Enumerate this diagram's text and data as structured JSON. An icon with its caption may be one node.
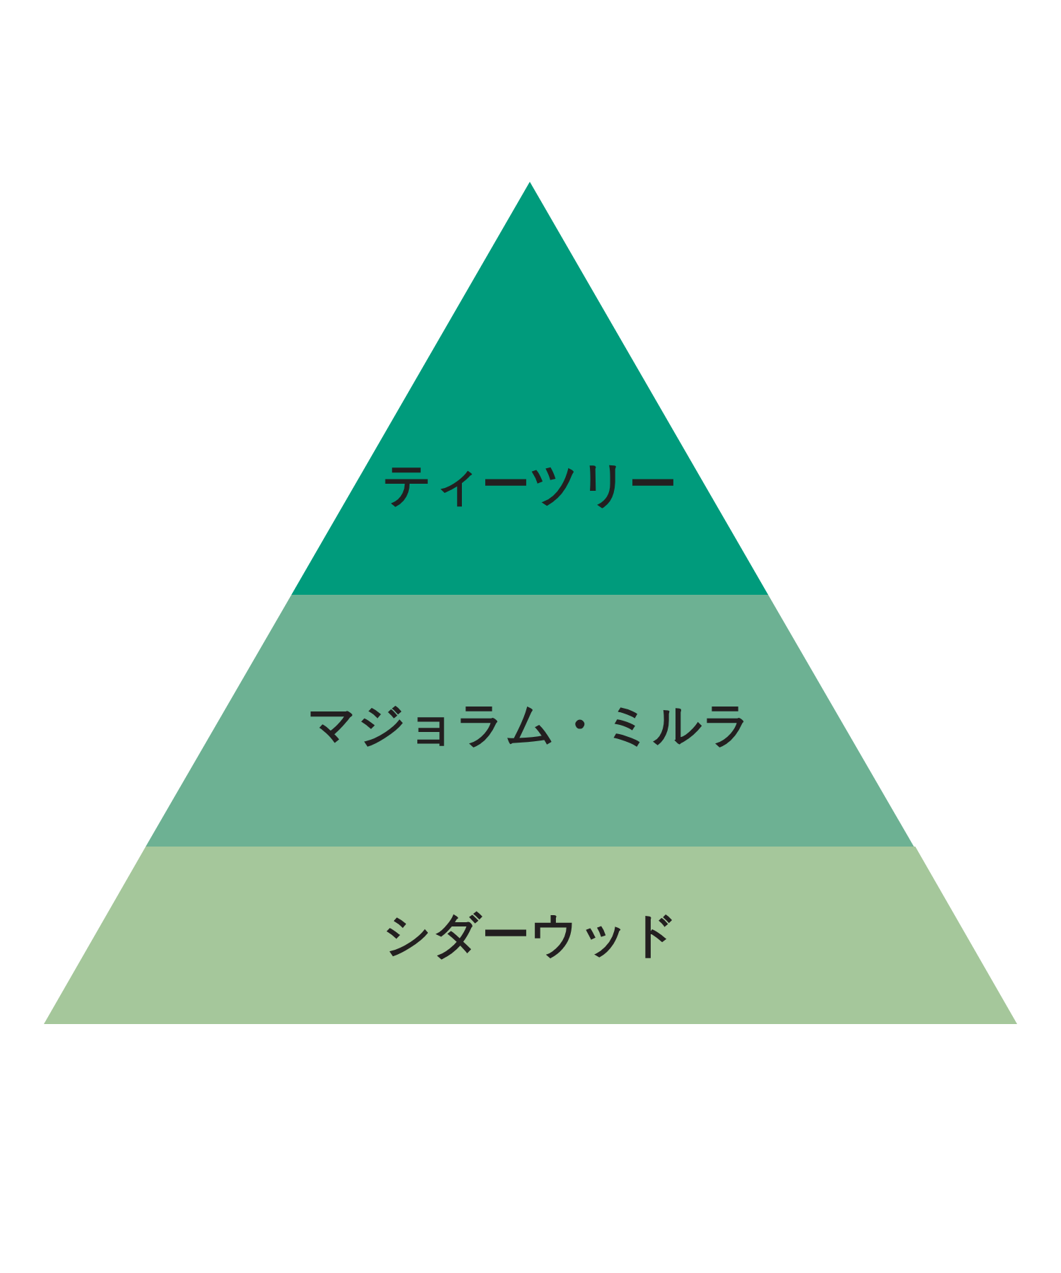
{
  "diagram": {
    "nodes": [
      {
        "text": [
          "ティーツリー"
        ]
      },
      {
        "text": [
          "マジョラム・ミルラ"
        ]
      },
      {
        "text": [
          "シダーウッド"
        ]
      }
    ]
  }
}
